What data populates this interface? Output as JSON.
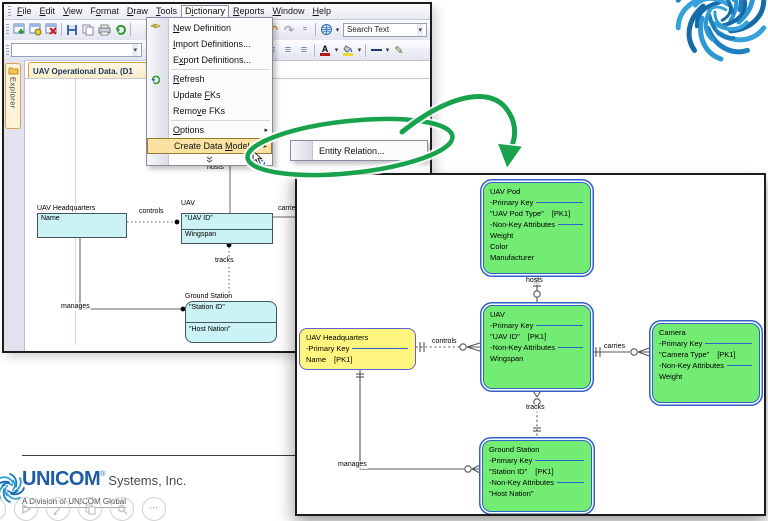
{
  "app_window": {
    "menu_bar": {
      "items": [
        {
          "label": "File",
          "accel": 0
        },
        {
          "label": "Edit",
          "accel": 0
        },
        {
          "label": "View",
          "accel": 0
        },
        {
          "label": "Format",
          "accel": 1
        },
        {
          "label": "Draw",
          "accel": 0
        },
        {
          "label": "Tools",
          "accel": 0
        },
        {
          "label": "Dictionary",
          "accel": 1
        },
        {
          "label": "Reports",
          "accel": 0
        },
        {
          "label": "Window",
          "accel": 0
        },
        {
          "label": "Help",
          "accel": 0
        }
      ]
    },
    "toolbar": {
      "search_value": "Search Text",
      "font_color_letter": "A"
    },
    "document_tab": {
      "label": "UAV Operational Data. (D1"
    },
    "explorer_tab": {
      "label": "Explorer"
    }
  },
  "dictionary_menu": {
    "items": [
      {
        "label": "New Definition",
        "accel": 0
      },
      {
        "label": "Import Definitions...",
        "accel": 0
      },
      {
        "label": "Export Definitions...",
        "accel": 1
      },
      {
        "label": "Refresh",
        "accel": 0
      },
      {
        "label": "Update FKs",
        "accel": 7
      },
      {
        "label": "Remove FKs",
        "accel": 4
      },
      {
        "label": "Options",
        "accel": 0
      },
      {
        "label": "Create Data Model",
        "accel": 12
      }
    ],
    "submenu_item": {
      "label": "Entity Relation..."
    }
  },
  "logical_diagram": {
    "uav_hq": {
      "title": "UAV Headquarters",
      "attr": "Name"
    },
    "uav": {
      "title": "UAV",
      "attr1": "\"UAV ID\"",
      "attr2": "Wingspan"
    },
    "ground_station": {
      "title": "Ground Station",
      "attr1": "\"Station ID\"",
      "attr2": "\"Host Nation\""
    },
    "labels": {
      "hosts": "hosts",
      "controls": "controls",
      "carries": "carries",
      "tracks": "tracks",
      "manages": "manages"
    }
  },
  "er_model": {
    "uav_pod": {
      "title": "UAV Pod",
      "pk_section": "-Primary Key",
      "pk": "\"UAV Pod Type\"",
      "pk_tag": "[PK1]",
      "nk_section": "-Non-Key Attributes",
      "attrs": [
        "Weight",
        "Color",
        "Manufacturer"
      ]
    },
    "uav": {
      "title": "UAV",
      "pk_section": "-Primary Key",
      "pk": "\"UAV ID\"",
      "pk_tag": "[PK1]",
      "nk_section": "-Non-Key Attributes",
      "attrs": [
        "Wingspan"
      ]
    },
    "camera": {
      "title": "Camera",
      "pk_section": "-Primary Key",
      "pk": "\"Camera Type\"",
      "pk_tag": "[PK1]",
      "nk_section": "-Non-Key Attributes",
      "attrs": [
        "Weight"
      ]
    },
    "uav_hq": {
      "title": "UAV Headquarters",
      "pk_section": "-Primary Key",
      "pk": "Name",
      "pk_tag": "[PK1]"
    },
    "ground_station": {
      "title": "Ground Station",
      "pk_section": "-Primary Key",
      "pk": "\"Station ID\"",
      "pk_tag": "[PK1]",
      "nk_section": "-Non-Key Attributes",
      "attrs": [
        "\"Host Nation\""
      ]
    },
    "labels": {
      "hosts": "hosts",
      "controls": "controls",
      "carries": "carries",
      "tracks": "tracks",
      "manages": "manages"
    }
  },
  "branding": {
    "name": "UNICOM",
    "reg": "®",
    "suffix": "Systems, Inc.",
    "tagline": "A Division of UNICOM Global"
  },
  "glyphs": {
    "caret_down": "▾",
    "submenu_arrow": "▸",
    "align": "≡",
    "pencil": "✎",
    "undo": "↶",
    "redo": "↷",
    "ellipsis": "•••"
  },
  "colors": {
    "entity_green": "#72EC72",
    "entity_border_blue": "#2E62C9",
    "entity_yellow": "#FFF67F",
    "entity_cyan": "#CBF2F4",
    "annotation_green": "#17A24B",
    "brand_blue": "#1E5CA8"
  }
}
